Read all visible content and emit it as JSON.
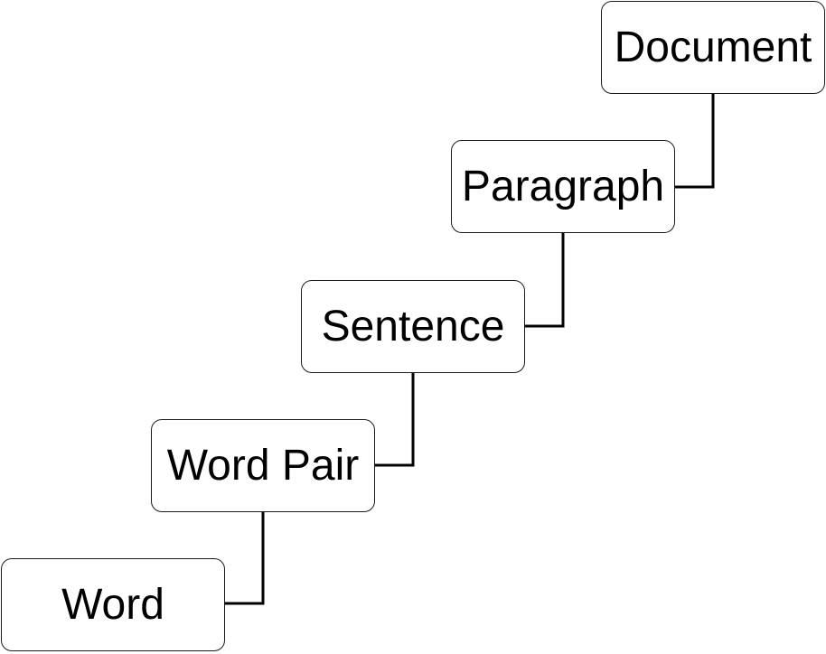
{
  "diagram": {
    "nodes": [
      {
        "id": "word",
        "label": "Word"
      },
      {
        "id": "word-pair",
        "label": "Word Pair"
      },
      {
        "id": "sentence",
        "label": "Sentence"
      },
      {
        "id": "paragraph",
        "label": "Paragraph"
      },
      {
        "id": "document",
        "label": "Document"
      }
    ],
    "edges": [
      {
        "from": "word",
        "to": "word-pair"
      },
      {
        "from": "word-pair",
        "to": "sentence"
      },
      {
        "from": "sentence",
        "to": "paragraph"
      },
      {
        "from": "paragraph",
        "to": "document"
      }
    ]
  }
}
